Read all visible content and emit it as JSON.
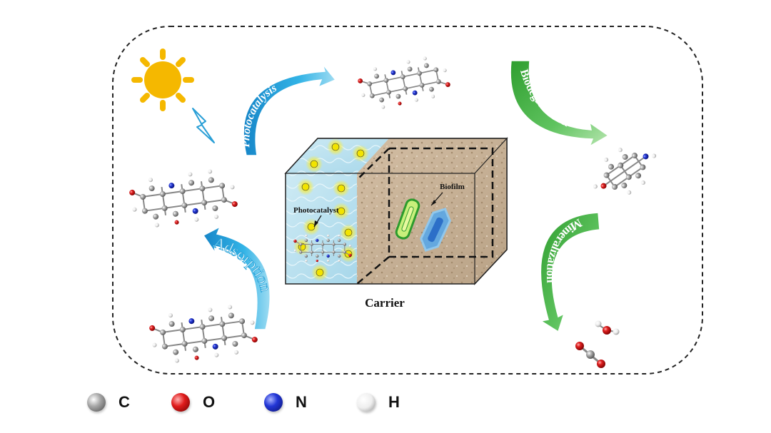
{
  "diagram": {
    "processes": {
      "photocatalysis": "Photocatalysis",
      "adsorption": "Adsorption",
      "biodegradation": "Biodegradation",
      "mineralization": "Mineralization"
    },
    "labels": {
      "carrier": "Carrier",
      "biofilm": "Biofilm",
      "photocatalyst": "Photocatalyst"
    },
    "icons": [
      "sun-icon",
      "lightning-icon"
    ],
    "colors": {
      "photocatalysis_arrow": "#1e9fd8",
      "adsorption_arrow": "#2aa3d9",
      "biodegradation_arrow": "#3cae3c",
      "mineralization_arrow": "#4fb84f",
      "sun": "#f5b800",
      "carrier_water": "#bfe4f0",
      "carrier_sand": "#c9b49a"
    }
  },
  "legend": [
    {
      "symbol": "C",
      "color": "#8a8a8a"
    },
    {
      "symbol": "O",
      "color": "#d11a1a"
    },
    {
      "symbol": "N",
      "color": "#1a2fc7"
    },
    {
      "symbol": "H",
      "color": "#e8e8e8"
    }
  ]
}
